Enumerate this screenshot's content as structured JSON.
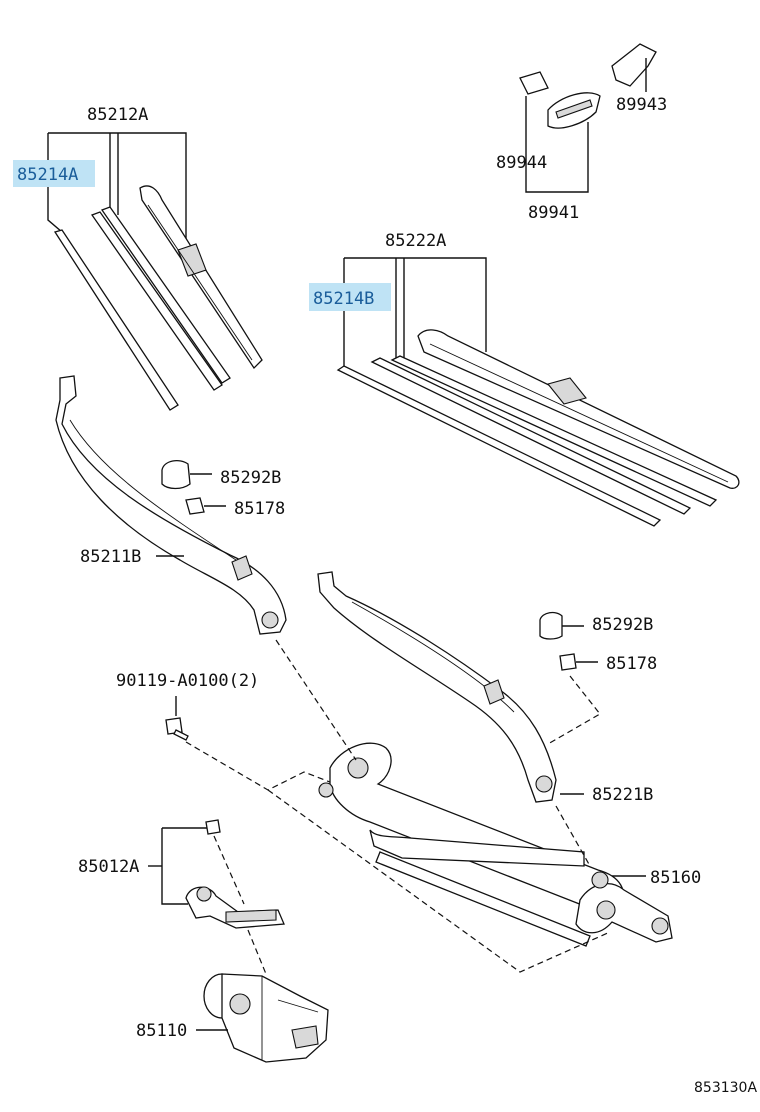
{
  "labels": {
    "p85212A": "85212A",
    "p85214A": "85214A",
    "p85222A": "85222A",
    "p85214B": "85214B",
    "p89943": "89943",
    "p89944": "89944",
    "p89941": "89941",
    "p85292B_1": "85292B",
    "p85178_1": "85178",
    "p85211B": "85211B",
    "p85292B_2": "85292B",
    "p85178_2": "85178",
    "p90119": "90119-A0100(2)",
    "p85221B": "85221B",
    "p85160": "85160",
    "p85012A": "85012A",
    "p85110": "85110"
  },
  "catalog_code": "853130A",
  "colors": {
    "highlight": "#bfe3f5",
    "highlight_text": "#1a5d9a",
    "line": "#111111"
  }
}
